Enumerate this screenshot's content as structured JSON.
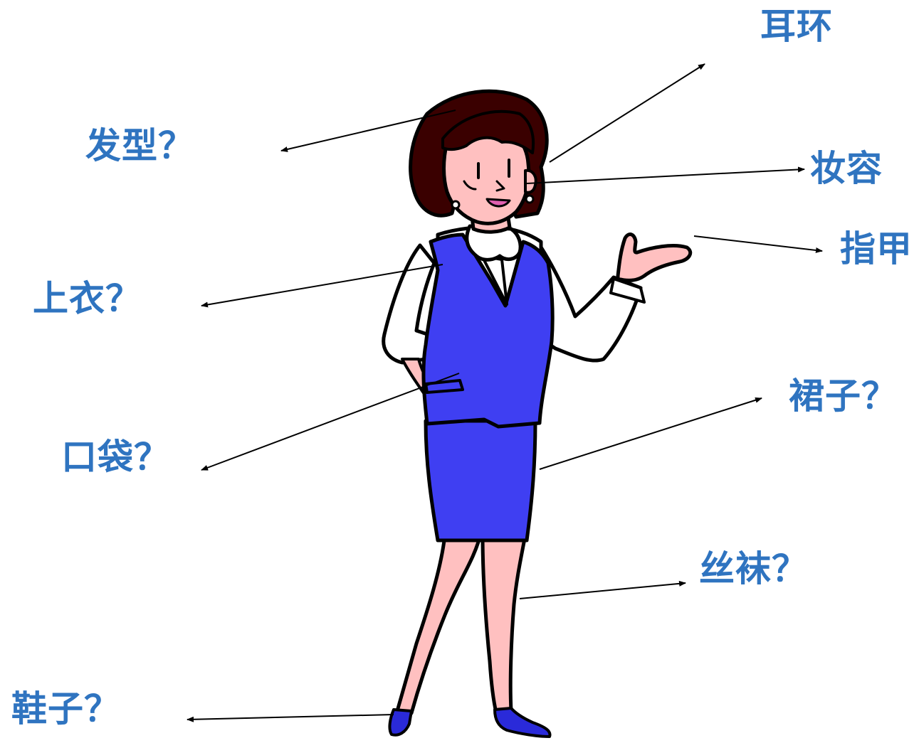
{
  "colors": {
    "label": "#2f74c0",
    "vest": "#3f3ff2",
    "skirt": "#3f3ff2",
    "hair": "#3a0000",
    "skin": "#ffc0c0",
    "shirt": "#ffffff",
    "outline": "#000000",
    "shoe": "#2a2ad9",
    "arrow": "#000000"
  },
  "labels": {
    "hairstyle": "发型？",
    "earrings": "耳环",
    "makeup": "妆容",
    "nails": "指甲",
    "top": "上衣？",
    "skirt": "裙子？",
    "pocket": "口袋？",
    "stockings": "丝袜？",
    "shoes": "鞋子？"
  }
}
